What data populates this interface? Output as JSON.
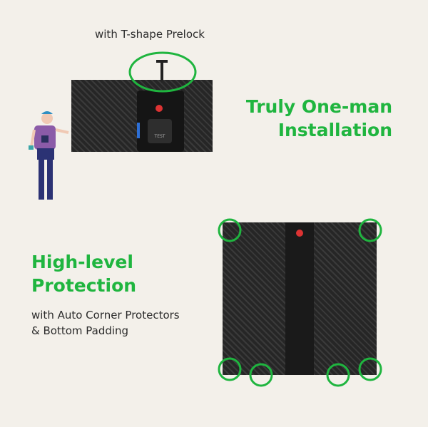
{
  "top": {
    "caption": "with T-shape Prelock",
    "title_line1": "Truly One-man",
    "title_line2": "Installation",
    "panel_label": "TEST"
  },
  "bottom": {
    "title_line1": "High-level",
    "title_line2": "Protection",
    "caption_line1": "with Auto Corner Protectors",
    "caption_line2": "& Bottom Padding"
  },
  "colors": {
    "accent": "#1fb53f",
    "background": "#f3f0ea"
  }
}
